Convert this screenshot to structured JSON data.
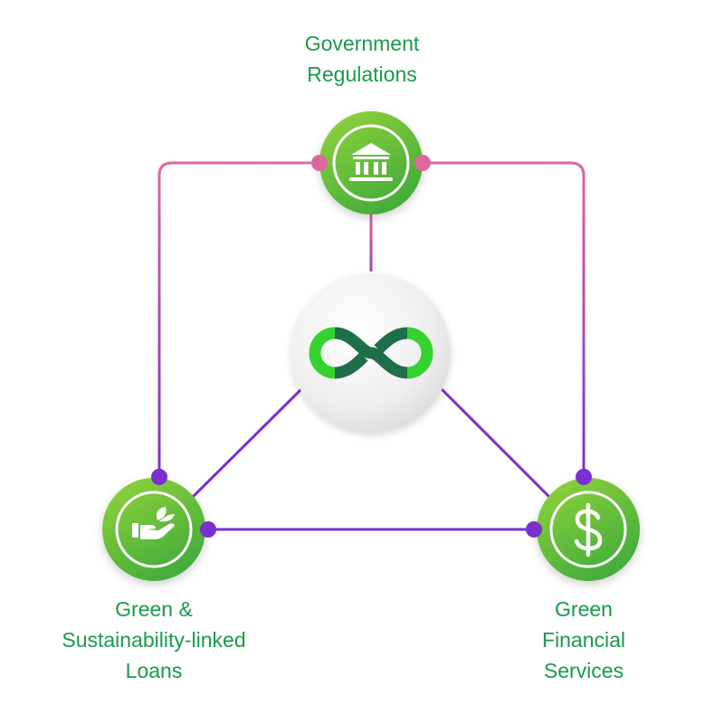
{
  "nodes": {
    "top": {
      "label": "Government\nRegulations",
      "icon": "bank-icon"
    },
    "left": {
      "label": "Green &\nSustainability-linked\nLoans",
      "icon": "hand-leaf-icon"
    },
    "right": {
      "label": "Green\nFinancial\nServices",
      "icon": "dollar-icon"
    },
    "center": {
      "icon": "infinity-logo-icon"
    }
  },
  "colors": {
    "node_green_light": "#8cd13b",
    "node_green_dark": "#3da83a",
    "label_green": "#1a9a4a",
    "connector_pink": "#e0669e",
    "connector_purple": "#7b2fcf",
    "logo_dark_green": "#1f6e4a",
    "logo_bright_green": "#35d12e",
    "center_grey": "#e6e6e6"
  }
}
